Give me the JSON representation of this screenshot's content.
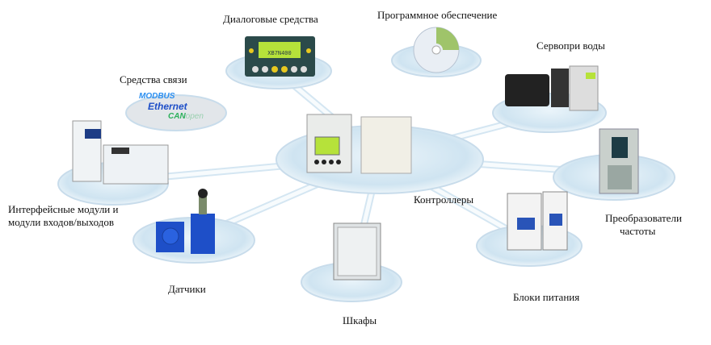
{
  "labels": {
    "dialog": "Диалоговые средства",
    "software": "Программное обеспечение",
    "servo": "Сервопри воды",
    "comms": "Средства связи",
    "io_line1": "Интерфейсные модули и",
    "io_line2": "модули входов/выходов",
    "controllers": "Контроллеры",
    "drives_line1": "Преобразователи",
    "drives_line2": "частоты",
    "sensors": "Датчики",
    "cabinets": "Шкафы",
    "power": "Блоки питания"
  },
  "comms_logos": {
    "modbus": "MODBUS",
    "ethernet": "Ethernet",
    "can": "CAN",
    "open": "open"
  },
  "display_text": "XB7N400",
  "colors": {
    "platform": "#dfeef7",
    "link": "#eef6fb",
    "accent_blue": "#1e4fc8",
    "lcd": "#b6e23a"
  }
}
